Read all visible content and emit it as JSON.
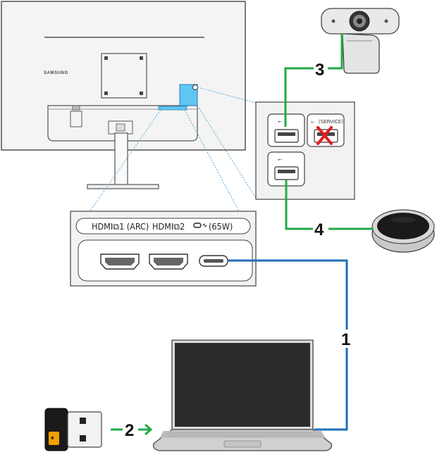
{
  "monitor": {
    "brand": "SAMSUNG"
  },
  "ports": {
    "hdmi1": "HDMI⧉1 (ARC)",
    "hdmi2": "HDMI⧉2",
    "usbc": "(65W)",
    "service": "(SERVICE)"
  },
  "steps": {
    "one": "1",
    "two": "2",
    "three": "3",
    "four": "4"
  },
  "colors": {
    "usb_c_cable": "#1f6fba",
    "usb_a_cable": "#22aa44",
    "warning_x": "#e21b1b",
    "callout": "#4fa3d9"
  }
}
